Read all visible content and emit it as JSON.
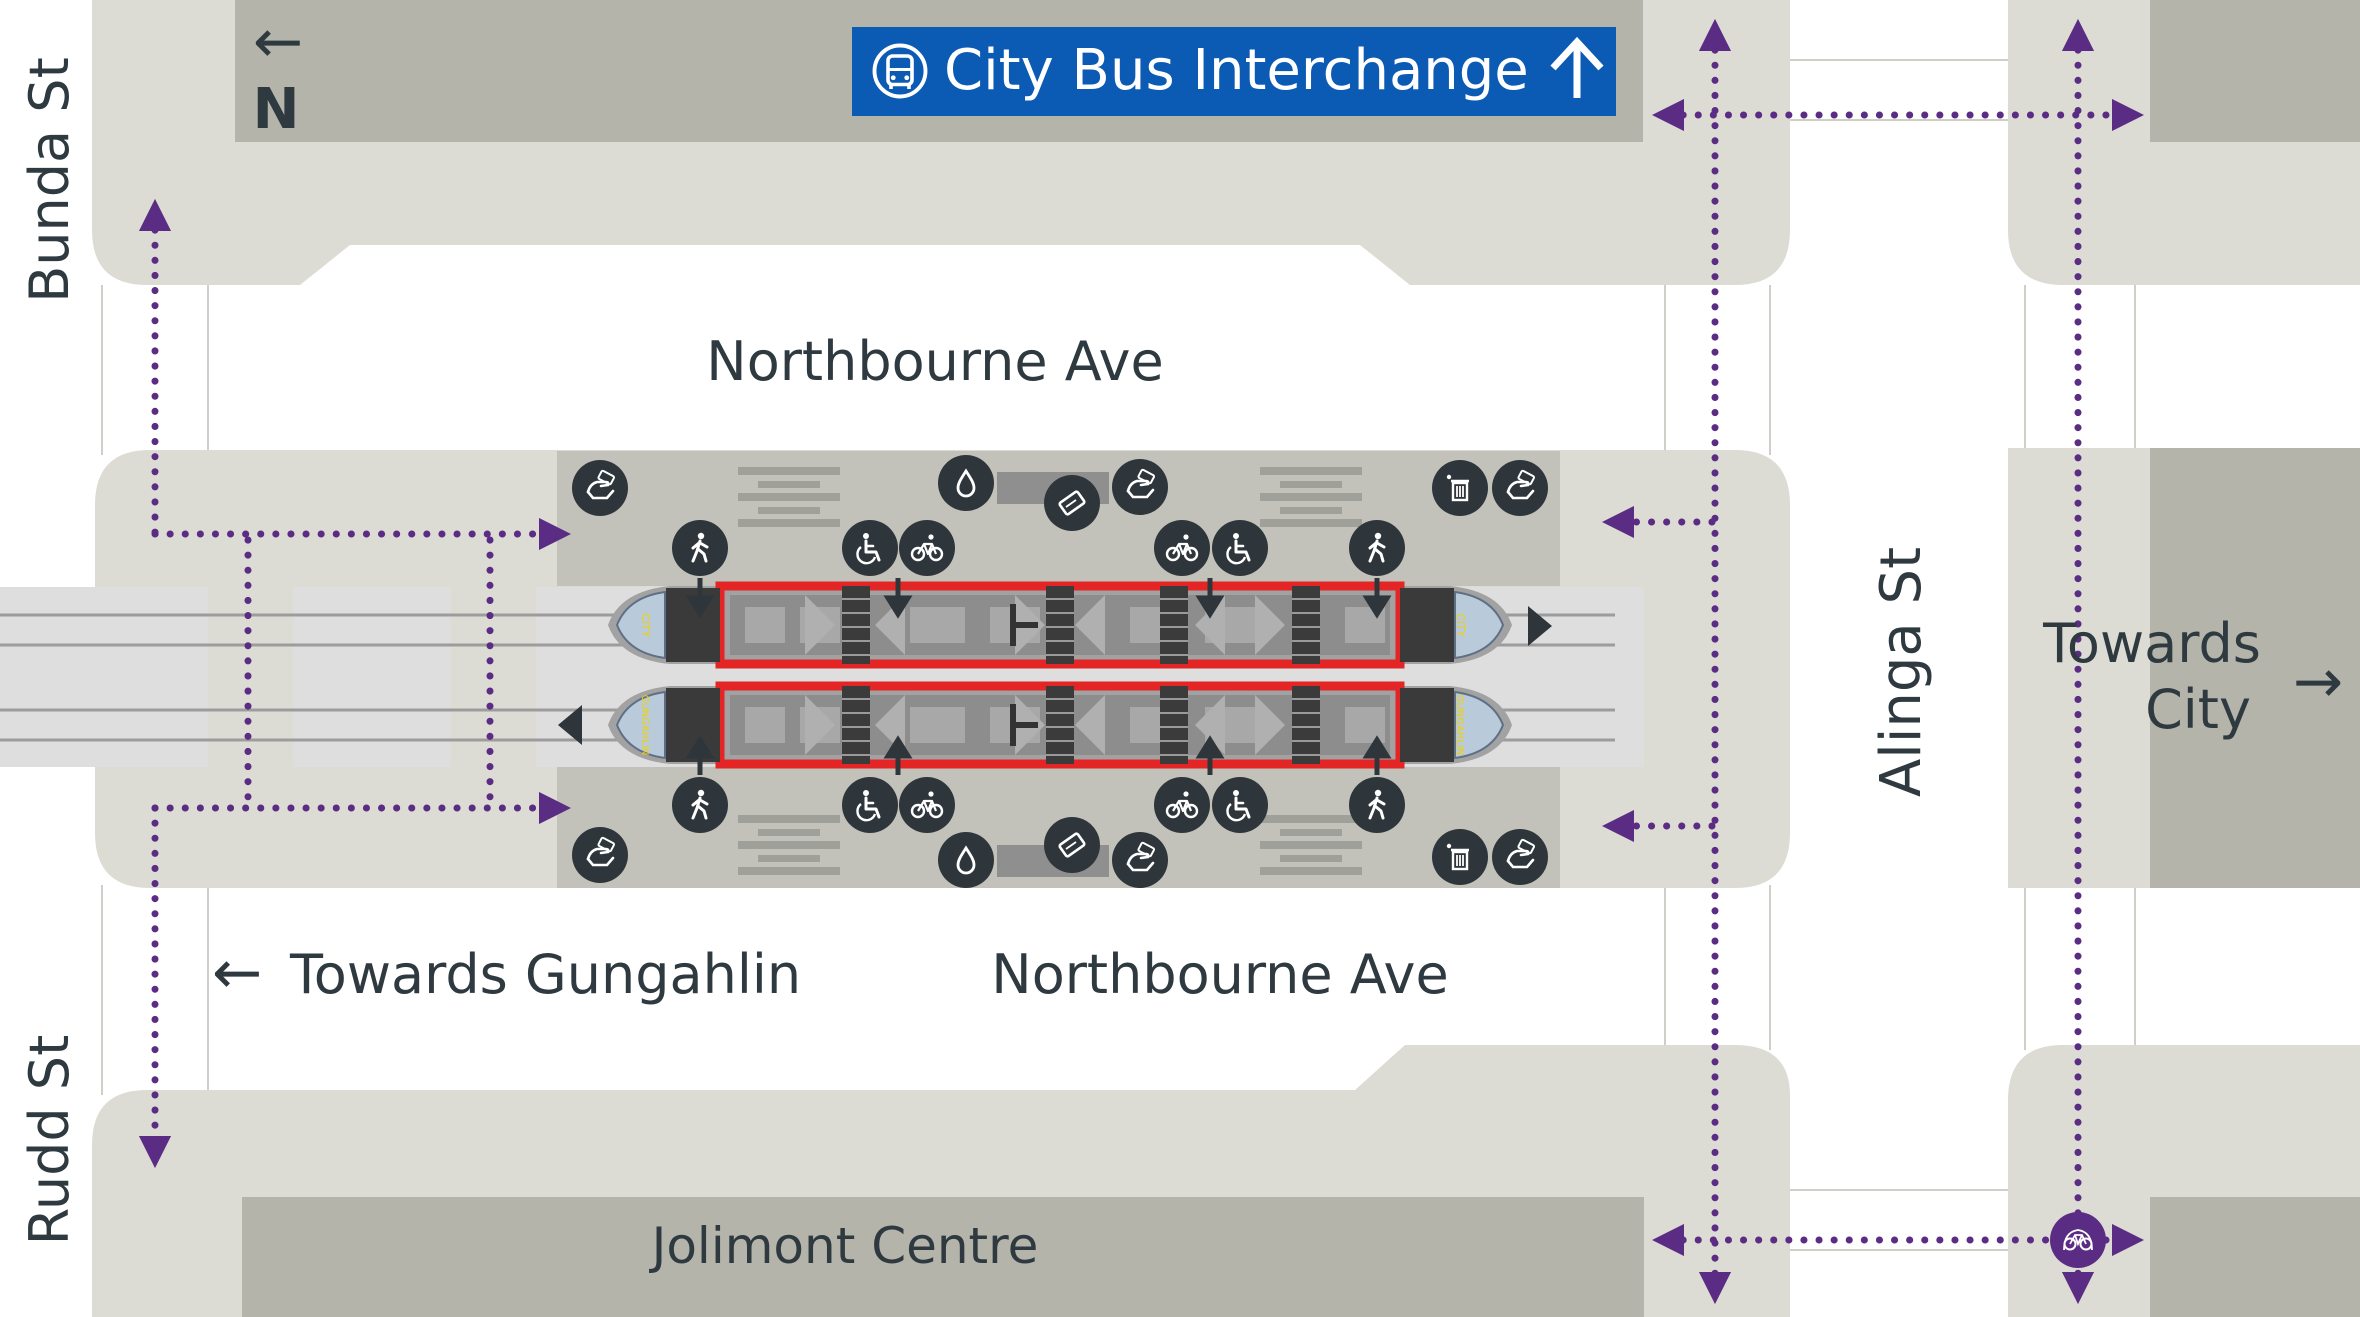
{
  "colors": {
    "background": "#ffffff",
    "footpath": "#dcdcd4",
    "building": "#b4b4ab",
    "track_bed": "#dedede",
    "rail": "#9c9c9c",
    "tram_body": "#8d8d8d",
    "tram_window": "#a8a8a8",
    "tram_outline": "#e42525",
    "door": "#3a3a3a",
    "icon_circle": "#2f363b",
    "path_dots": "#5b2c83",
    "text": "#2f3a40",
    "sign_bg": "#0b5ab4",
    "sign_text": "#ffffff"
  },
  "compass": {
    "arrow": "←",
    "label": "N"
  },
  "bus_sign": {
    "icon": "bus-icon",
    "text": "City Bus Interchange",
    "arrow": "↑"
  },
  "streets": {
    "north_ave": "Northbourne Ave",
    "south_ave": "Northbourne Ave",
    "west_top": "Bunda St",
    "west_bottom": "Rudd St",
    "east": "Alinga St"
  },
  "directions": {
    "towards_gungahlin": {
      "arrow": "←",
      "text": "Towards Gungahlin"
    },
    "towards_city": {
      "line1": "Towards",
      "line2": "City",
      "arrow": "→"
    }
  },
  "landmarks": {
    "jolimont": "Jolimont Centre"
  },
  "trams": {
    "north": {
      "destination": "CITY",
      "direction": "east"
    },
    "south": {
      "destination": "GUNGAHLIN",
      "direction": "west"
    }
  },
  "icons": {
    "platform_north": [
      "tap-card-icon",
      "drinking-water-icon",
      "ticket-machine-icon",
      "tap-card-icon",
      "bin-icon",
      "tap-card-icon"
    ],
    "platform_south": [
      "tap-card-icon",
      "drinking-water-icon",
      "ticket-machine-icon",
      "tap-card-icon",
      "bin-icon",
      "tap-card-icon"
    ],
    "doors": [
      "pedestrian-icon",
      "wheelchair-icon",
      "bicycle-icon"
    ],
    "bike_parking": "bike-parking-icon"
  }
}
